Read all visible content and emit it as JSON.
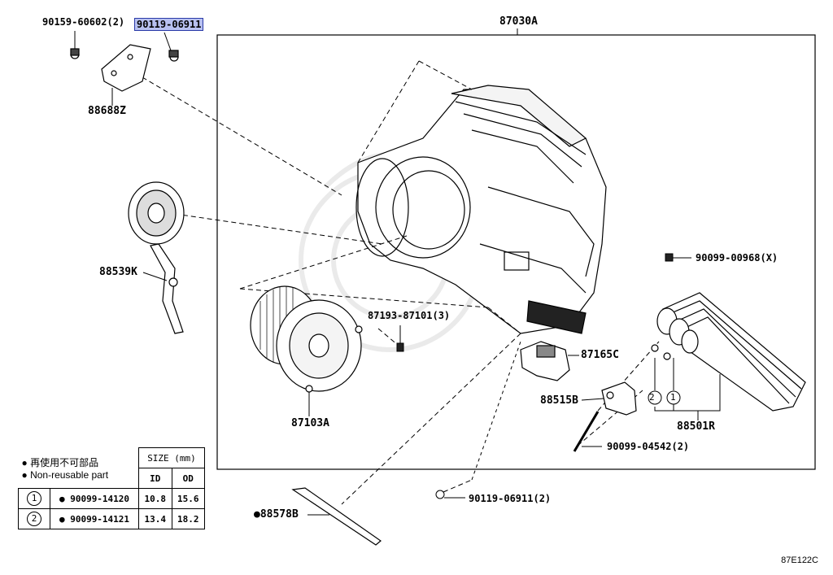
{
  "labels": {
    "bolt_90159": "90159-60602(2)",
    "screw_90119_top": "90119-06911",
    "housing": "87030A",
    "bracket": "88688Z",
    "servo": "88539K",
    "screw_90099_00968": "90099-00968(X)",
    "screw_87193": "87193-87101(3)",
    "resistor": "87165C",
    "blower": "87103A",
    "clamp": "88515B",
    "evaporator": "88501R",
    "bolt_90099_04542": "90099-04542(2)",
    "screw_90119_bottom": "90119-06911(2)",
    "filter": "88578B",
    "ref_1": "1",
    "ref_2": "2"
  },
  "legend": {
    "line_jp": "● 再使用不可部品",
    "line_en": "● Non-reusable part",
    "size_header": "SIZE (mm)",
    "col_id": "ID",
    "col_od": "OD",
    "rows": [
      {
        "ref": "1",
        "part": "● 90099-14120",
        "id": "10.8",
        "od": "15.6"
      },
      {
        "ref": "2",
        "part": "● 90099-14121",
        "id": "13.4",
        "od": "18.2"
      }
    ]
  },
  "diagram_code": "87E122C"
}
